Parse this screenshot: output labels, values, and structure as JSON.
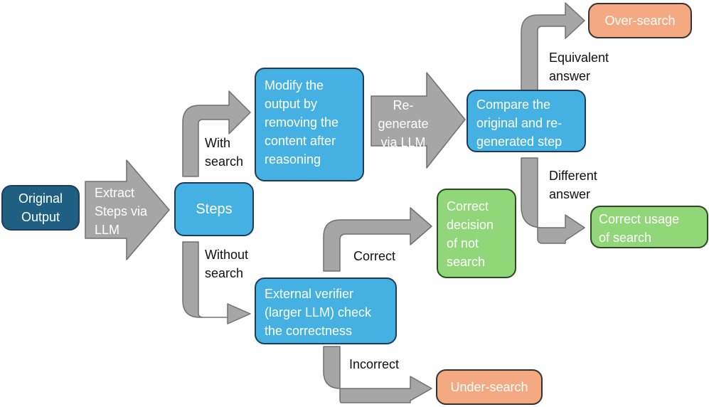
{
  "colors": {
    "dark_blue": "#1f5f82",
    "light_blue": "#45b1e3",
    "orange": "#f4a982",
    "green": "#92d67a",
    "arrow_gray": "#a6a6a6"
  },
  "nodes": {
    "original_output": "Original\nOutput",
    "steps": "Steps",
    "modify_output": "Modify the\noutput by\nremoving the\ncontent after\nreasoning",
    "compare": "Compare the\noriginal and re-\ngenerated step",
    "over_search": "Over-search",
    "correct_usage": "Correct usage\nof search",
    "external_verifier": "External verifier\n(larger LLM) check\nthe correctness",
    "correct_decision": "Correct\ndecision\nof not\nsearch",
    "under_search": "Under-search"
  },
  "arrow_texts": {
    "extract": "Extract\nSteps via\nLLM",
    "regenerate": "Re-\ngenerate\nvia LLM"
  },
  "edge_labels": {
    "with_search": "With\nsearch",
    "without_search": "Without\nsearch",
    "equivalent": "Equivalent\nanswer",
    "different": "Different\nanswer",
    "correct": "Correct",
    "incorrect": "Incorrect"
  }
}
